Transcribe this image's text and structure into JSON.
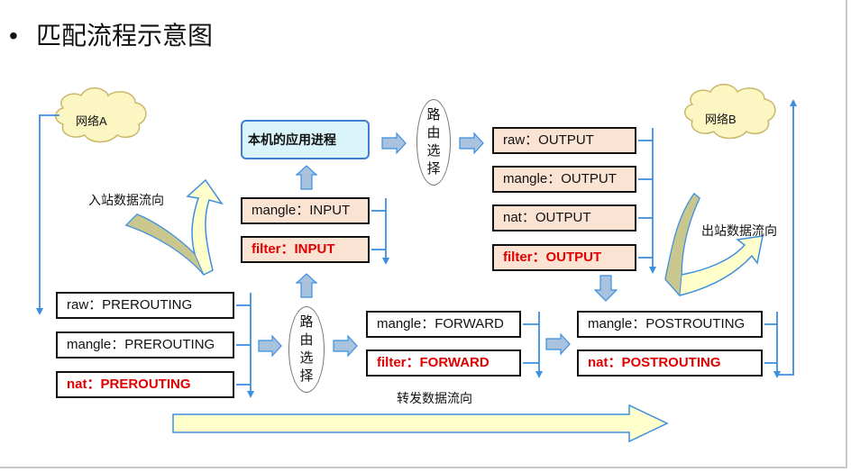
{
  "title": "匹配流程示意图",
  "clouds": {
    "a": "网络A",
    "b": "网络B"
  },
  "app": "本机的应用进程",
  "route": "路由选择",
  "labels": {
    "inbound": "入站数据流向",
    "outbound": "出站数据流向",
    "forward": "转发数据流向"
  },
  "boxes": {
    "raw_prerouting": "raw：PREROUTING",
    "mangle_prerouting": "mangle：PREROUTING",
    "nat_prerouting": "nat：PREROUTING",
    "mangle_input": "mangle：INPUT",
    "filter_input": "filter：INPUT",
    "mangle_forward": "mangle：FORWARD",
    "filter_forward": "filter：FORWARD",
    "raw_output": "raw：OUTPUT",
    "mangle_output": "mangle：OUTPUT",
    "nat_output": "nat：OUTPUT",
    "filter_output": "filter：OUTPUT",
    "mangle_postrouting": "mangle：POSTROUTING",
    "nat_postrouting": "nat：POSTROUTING"
  },
  "colors": {
    "line": "#3b8fe0",
    "arrow_fill": "#a9c3de",
    "red_text": "#e00000",
    "peach": "#fbe3d3",
    "app_bg": "#d9f5fb",
    "flow_fill": "#ffffcc",
    "olive": "#c9c78e"
  }
}
